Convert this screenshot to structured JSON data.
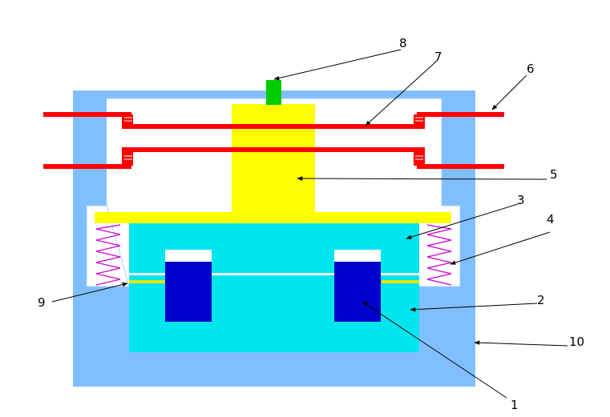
{
  "labels": {
    "l1": "1",
    "l2": "2",
    "l3": "3",
    "l4": "4",
    "l5": "5",
    "l6": "6",
    "l7": "7",
    "l8": "8",
    "l9": "9",
    "l10": "10"
  },
  "colors": {
    "housing": "#80bfff",
    "core": "#00e5ee",
    "armature": "#ffff00",
    "coil": "#0000cc",
    "contact": "#ff0000",
    "spring": "#cc00cc",
    "button": "#00cc00",
    "leader": "#000000"
  }
}
